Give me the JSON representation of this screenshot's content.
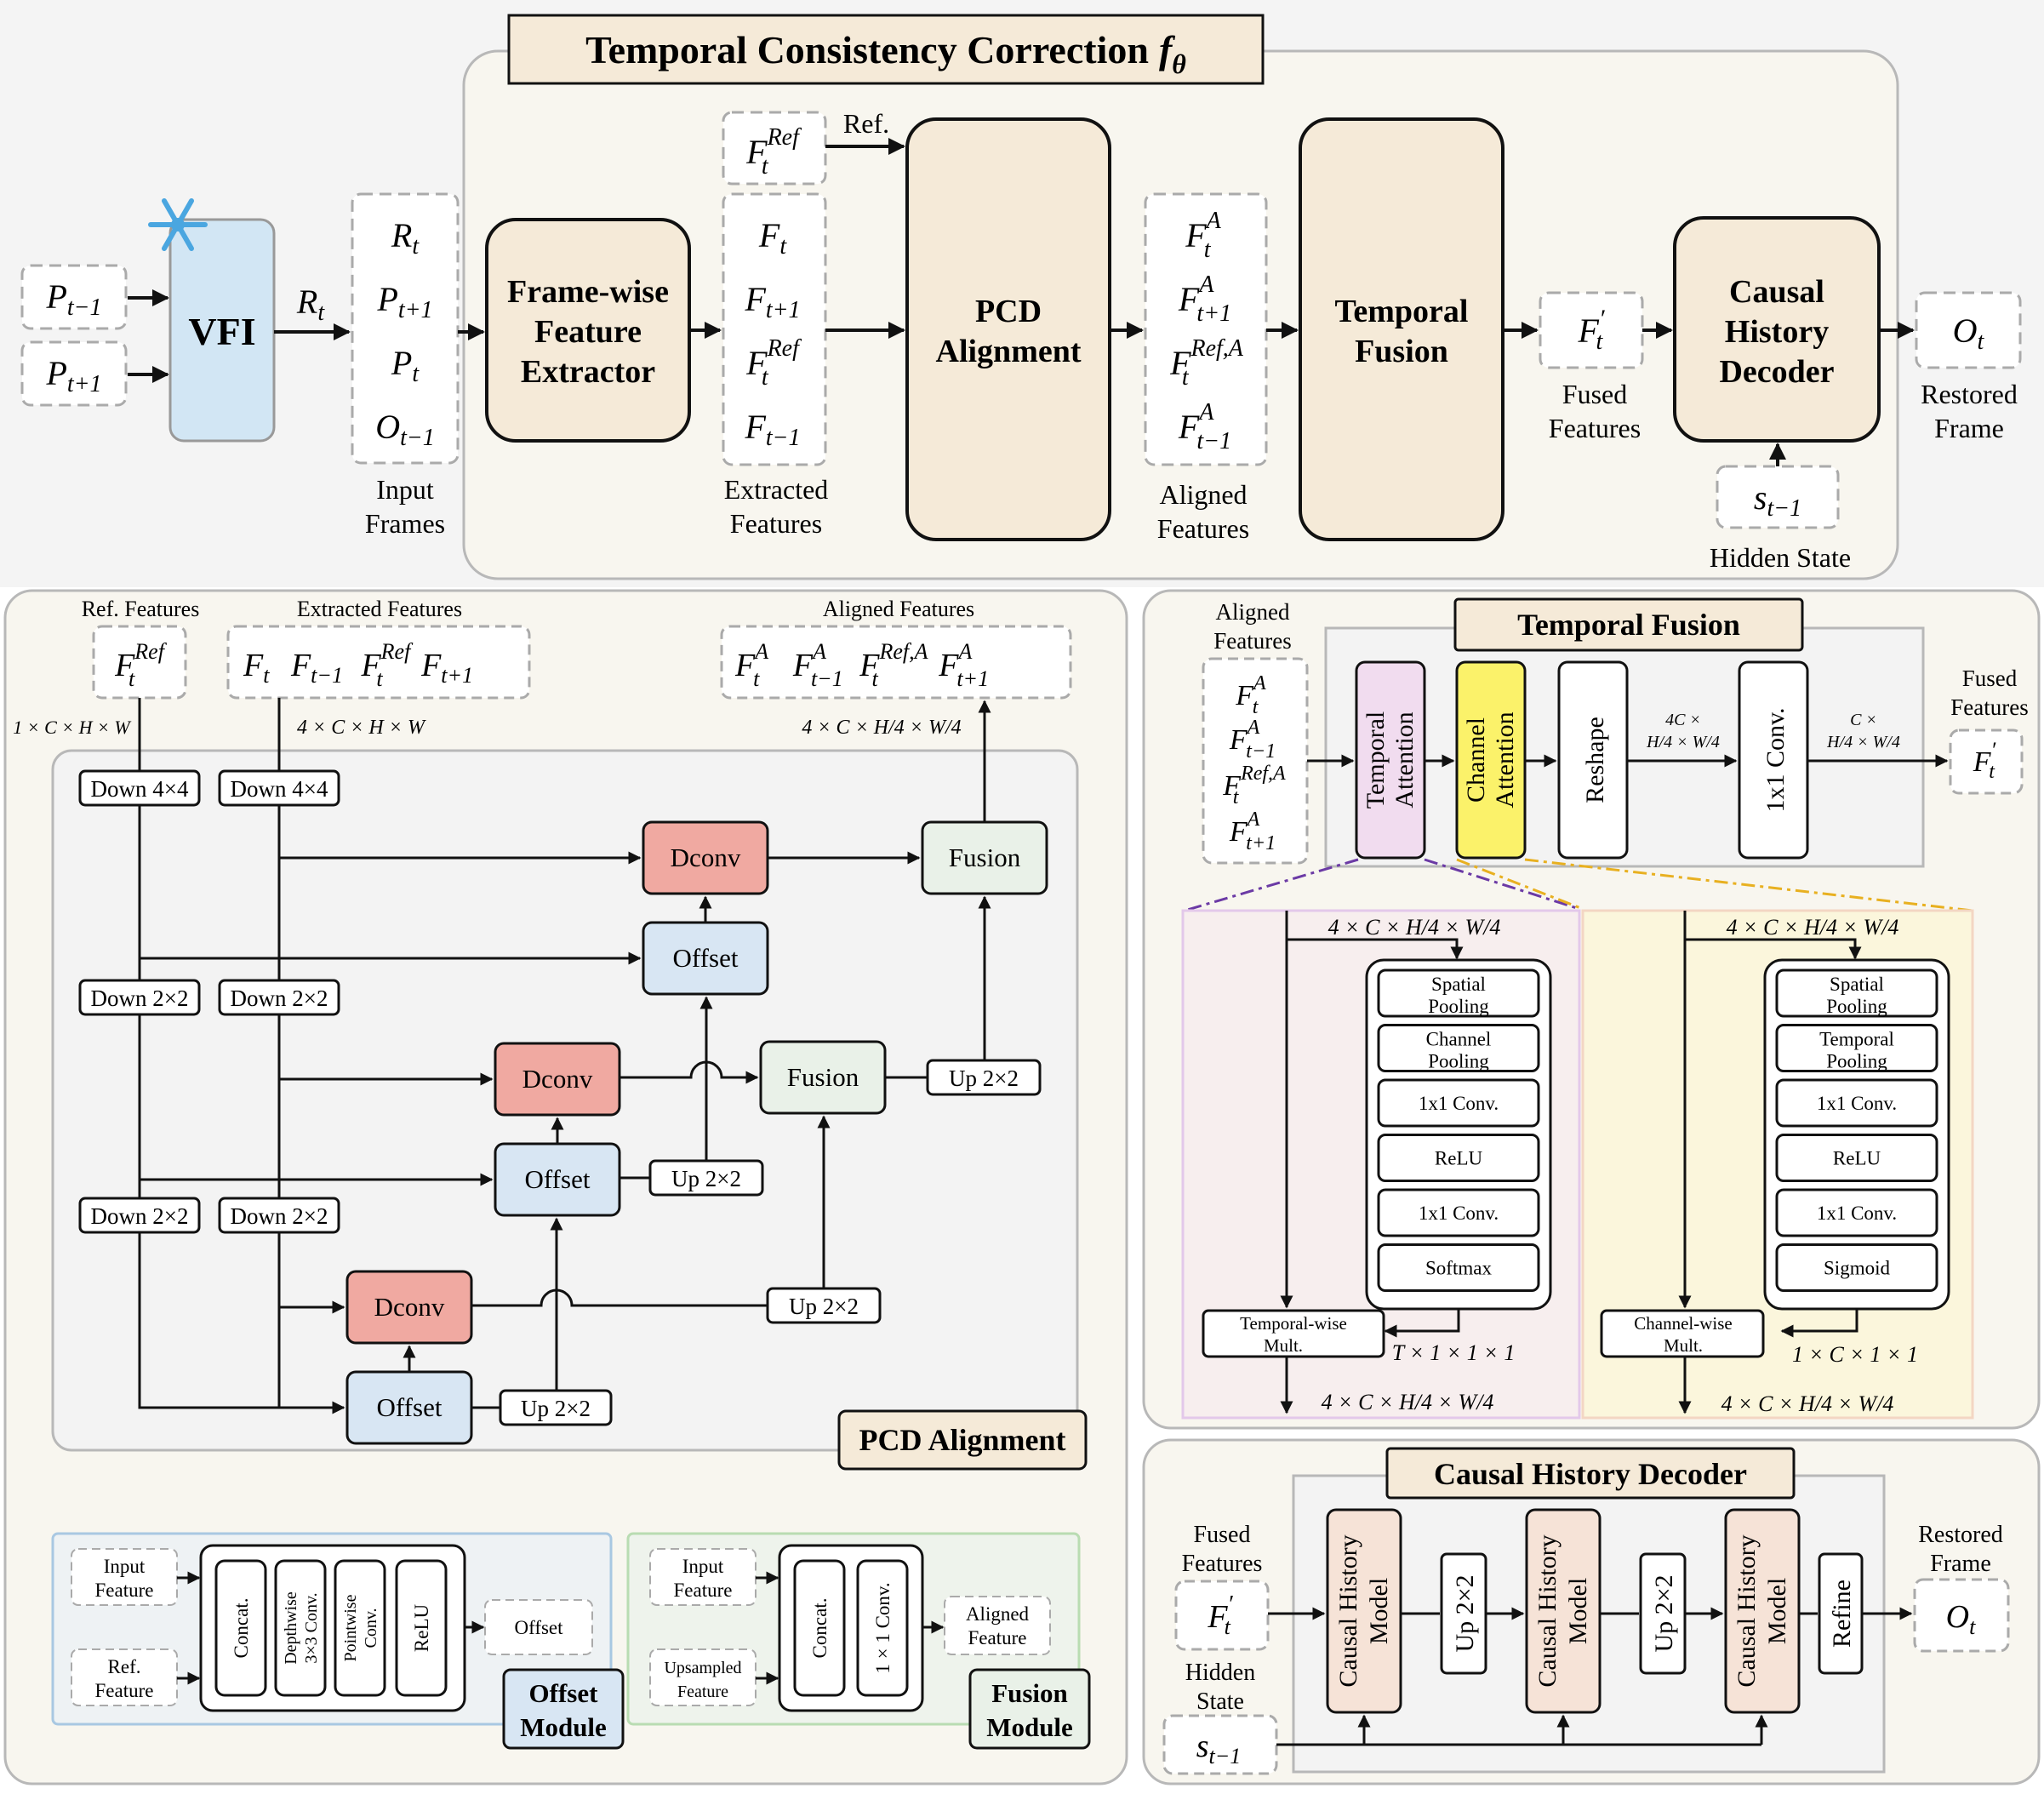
{
  "colors": {
    "background_top": "#f4f4f4",
    "panel_fill": "#f8f6ef",
    "beige_block": "#f5ead8",
    "vfi_blue": "#d2e6f4",
    "dconv_red": "#f0a9a1",
    "offset_blue": "#d8e6f3",
    "fusion_green": "#e9f1e8",
    "temporal_attn_purple": "#f1dcef",
    "channel_attn_yellow": "#fbf26a",
    "ta_region_pink": "#f7eeee",
    "ca_region_yellow": "#fbf6dc",
    "causal_model_fill": "#f6e3d7",
    "snowflake": "#4aa6e0"
  },
  "top": {
    "title": "Temporal Consistency Correction",
    "title_symbol": "f",
    "title_symbol_sub": "θ",
    "inputs": [
      "P_{t−1}",
      "P_{t+1}"
    ],
    "vfi_label": "VFI",
    "vfi_output": "R_t",
    "input_frames": [
      "R_t",
      "P_{t+1}",
      "P_t",
      "O_{t−1}"
    ],
    "input_frames_caption": [
      "Input",
      "Frames"
    ],
    "extractor_label": [
      "Frame-wise",
      "Feature",
      "Extractor"
    ],
    "ref_feature": "F_t^{Ref}",
    "ref_arrow_label": "Ref.",
    "extracted": [
      "F_t",
      "F_{t+1}",
      "F_t^{Ref}",
      "F_{t−1}"
    ],
    "extracted_caption": [
      "Extracted",
      "Features"
    ],
    "pcd_label": [
      "PCD",
      "Alignment"
    ],
    "aligned": [
      "F_t^A",
      "F_{t+1}^A",
      "F_t^{Ref,A}",
      "F_{t−1}^A"
    ],
    "aligned_caption": [
      "Aligned",
      "Features"
    ],
    "tf_label": [
      "Temporal",
      "Fusion"
    ],
    "fused": "F'_t",
    "fused_caption": [
      "Fused",
      "Features"
    ],
    "decoder_label": [
      "Causal",
      "History",
      "Decoder"
    ],
    "hidden": "s_{t−1}",
    "hidden_caption": "Hidden State",
    "output": "O_t",
    "output_caption": [
      "Restored",
      "Frame"
    ]
  },
  "pcd": {
    "ref_features_caption": "Ref. Features",
    "extracted_features_caption": "Extracted Features",
    "aligned_features_caption": "Aligned Features",
    "ref_shape": "1 × C × H × W",
    "extracted_shape": "4 × C × H × W",
    "aligned_shape": "4 × C × H/4 × W/4",
    "panel_title": "PCD Alignment",
    "down4": "Down 4×4",
    "down2": "Down 2×2",
    "up2": "Up 2×2",
    "dconv": "Dconv",
    "offset": "Offset",
    "fusion": "Fusion"
  },
  "offset_module": {
    "inputs": [
      [
        "Input",
        "Feature"
      ],
      [
        "Ref.",
        "Feature"
      ]
    ],
    "blocks": [
      "Concat.",
      "Depthwise 3×3 Conv.",
      "Pointwise Conv.",
      "ReLU"
    ],
    "output": "Offset",
    "title": [
      "Offset",
      "Module"
    ]
  },
  "fusion_module": {
    "inputs": [
      [
        "Input",
        "Feature"
      ],
      [
        "Upsampled",
        "Feature"
      ]
    ],
    "blocks": [
      "Concat.",
      "1 × 1 Conv."
    ],
    "output": [
      "Aligned",
      "Feature"
    ],
    "title": [
      "Fusion",
      "Module"
    ]
  },
  "tf": {
    "title": "Temporal Fusion",
    "aligned_caption": [
      "Aligned",
      "Features"
    ],
    "blocks": [
      "Temporal Attention",
      "Channel Attention",
      "Reshape",
      "1x1 Conv."
    ],
    "shape_after_reshape": [
      "4C ×",
      "H/4 × W/4"
    ],
    "shape_after_conv": [
      "C ×",
      "H/4 × W/4"
    ],
    "fused_caption": [
      "Fused",
      "Features"
    ],
    "ta_in_shape": "4 × C × H/4 × W/4",
    "ta_stack": [
      "Spatial Pooling",
      "Channel Pooling",
      "1x1 Conv.",
      "ReLU",
      "1x1 Conv.",
      "Softmax"
    ],
    "ta_mult": "Temporal-wise Mult.",
    "ta_weight_shape": "T × 1 × 1 × 1",
    "ta_out_shape": "4 × C × H/4 × W/4",
    "ca_in_shape": "4 × C × H/4 × W/4",
    "ca_stack": [
      "Spatial Pooling",
      "Temporal Pooling",
      "1x1 Conv.",
      "ReLU",
      "1x1 Conv.",
      "Sigmoid"
    ],
    "ca_mult": "Channel-wise Mult.",
    "ca_weight_shape": "1 × C × 1 × 1",
    "ca_out_shape": "4 × C × H/4 × W/4"
  },
  "chd": {
    "title": "Causal History Decoder",
    "fused_caption": [
      "Fused",
      "Features"
    ],
    "hidden_caption": [
      "Hidden",
      "State"
    ],
    "model_label": "Causal History Model",
    "up_label": "Up 2×2",
    "refine": "Refine",
    "output_caption": [
      "Restored",
      "Frame"
    ]
  }
}
